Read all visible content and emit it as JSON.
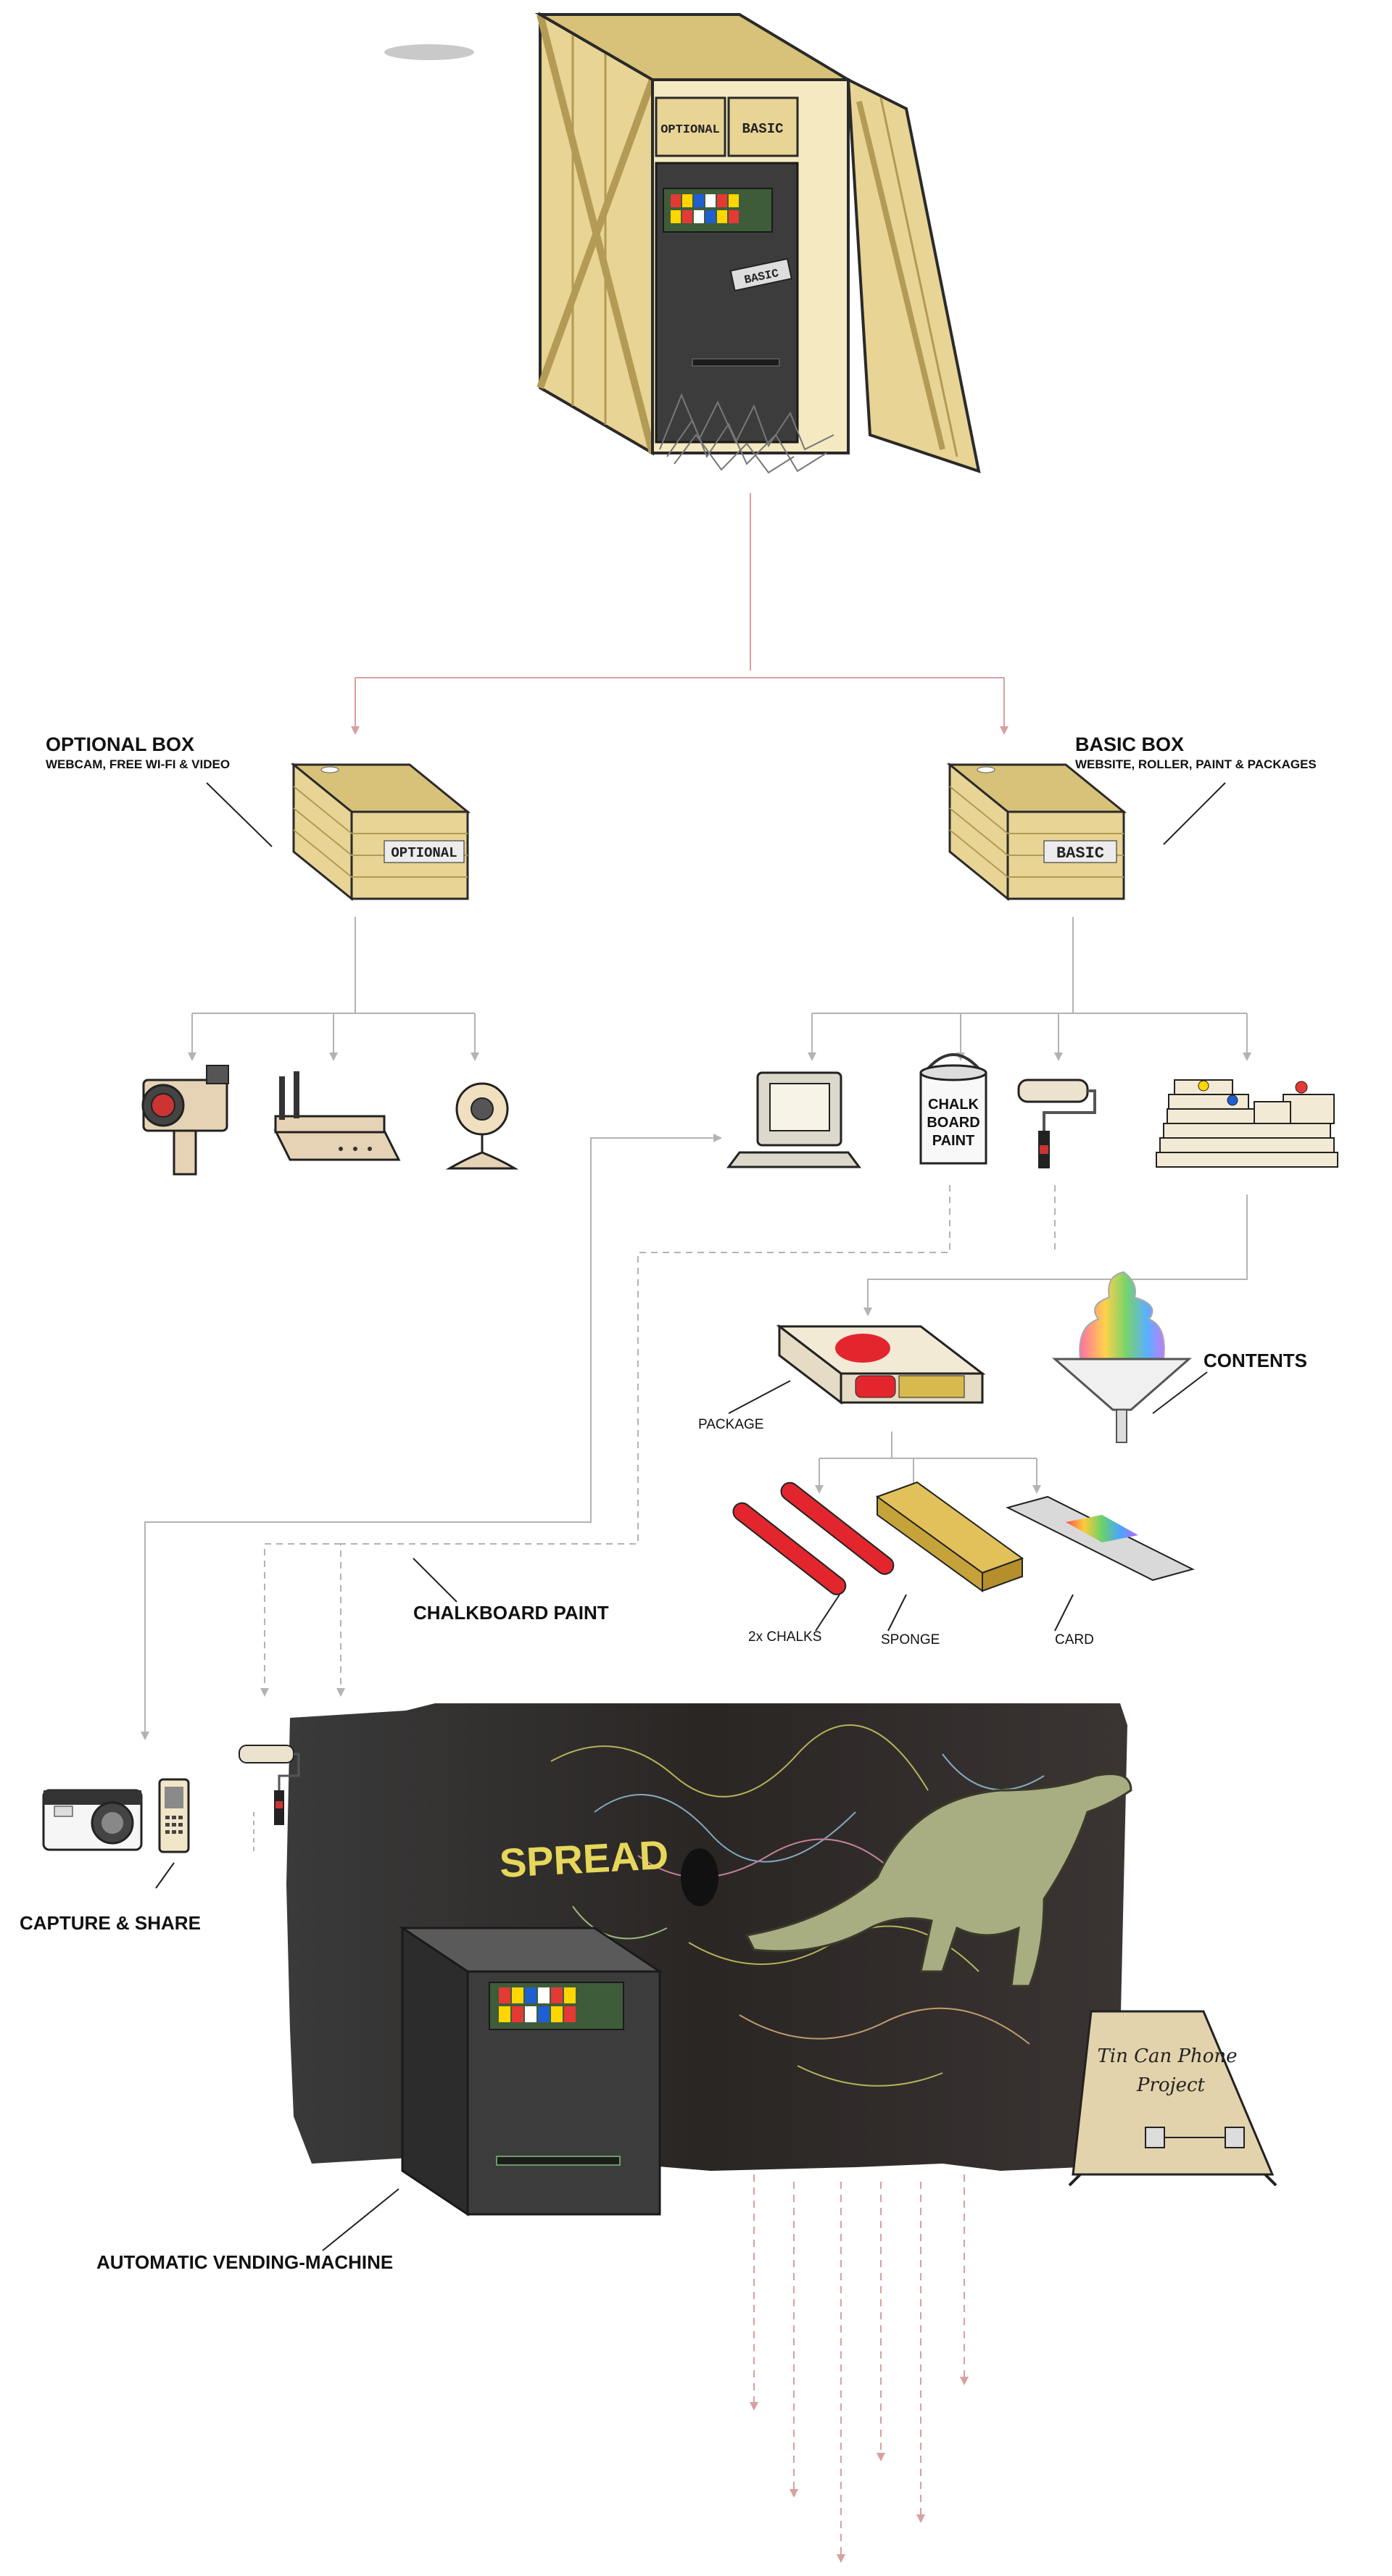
{
  "crate": {
    "box_labels": [
      "OPTIONAL",
      "BASIC"
    ],
    "machine_tag": "BASIC"
  },
  "optional_box": {
    "title": "OPTIONAL BOX",
    "subtitle": "WEBCAM, FREE WI-FI & VIDEO",
    "crate_label": "OPTIONAL"
  },
  "basic_box": {
    "title": "BASIC BOX",
    "subtitle": "WEBSITE, ROLLER, PAINT & PACKAGES",
    "crate_label": "BASIC"
  },
  "paint_can_text": [
    "CHALK",
    "BOARD",
    "PAINT"
  ],
  "labels": {
    "contents": "CONTENTS",
    "package": "PACKAGE",
    "chalks": "2x CHALKS",
    "sponge": "SPONGE",
    "card": "CARD",
    "chalkboard_paint": "CHALKBOARD PAINT",
    "capture_share": "CAPTURE & SHARE",
    "vending_machine": "AUTOMATIC VENDING-MACHINE"
  },
  "wall": {
    "graffiti": "SPREAD",
    "sign_lines": [
      "Tin Can Phone",
      "Project"
    ]
  },
  "colors": {
    "flow_line": "#d9a0a0",
    "gray_line": "#b3b3b3",
    "wood": "#e8d494",
    "wood_dark": "#b39a55",
    "machine": "#3c3c3c",
    "chalk_red": "#e3262e"
  }
}
